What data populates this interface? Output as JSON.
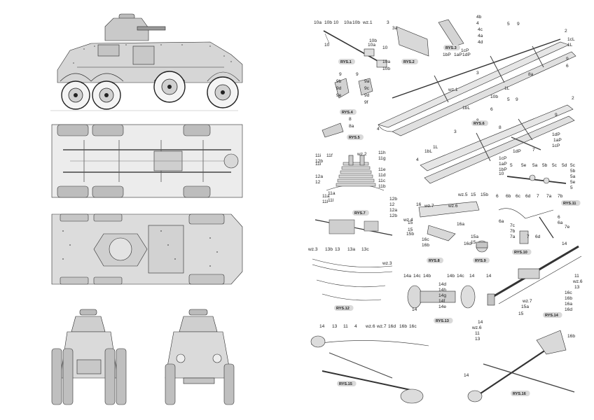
{
  "labels": {
    "r1": [
      "10a",
      "10b",
      "10",
      "10a",
      "10b",
      "wz.1",
      "10",
      "10b",
      "10a",
      "10",
      "10a",
      "10b",
      "3",
      "3a",
      "4b",
      "4",
      "4c",
      "4a",
      "4d"
    ],
    "r4": [
      "9",
      "9b",
      "9d",
      "9e",
      "9",
      "9a",
      "9c",
      "9d",
      "9f",
      "8",
      "8a"
    ],
    "r6": [
      "5",
      "9",
      "2",
      "1cL",
      "1L",
      "1cP",
      "1bP",
      "1aP",
      "1dP",
      "3",
      "8a",
      "9",
      "6",
      "1L",
      "10b",
      "wz.1",
      "1bL",
      "4"
    ],
    "r6b": [
      "5",
      "9",
      "2",
      "6",
      "8",
      "9",
      "1dP",
      "1aP",
      "1cP",
      "3",
      "1bL",
      "1L",
      "7",
      "1dP",
      "1cP",
      "1aP",
      "1bP",
      "10",
      "4",
      "8"
    ],
    "r7": [
      "11i",
      "11f",
      "12b",
      "12a",
      "12",
      "wz.2",
      "11h",
      "11g",
      "11e",
      "11d",
      "11b",
      "11c",
      "11a",
      "11l",
      "12b",
      "12",
      "12a",
      "12b",
      "11i",
      "11a",
      "11l"
    ],
    "r8": [
      "wz.5",
      "15",
      "15b",
      "16",
      "wz.7",
      "wz.6",
      "15",
      "wz.4",
      "15",
      "15b",
      "16a",
      "16c",
      "16b",
      "16d",
      "15a",
      "15"
    ],
    "r11": [
      "5",
      "5e",
      "5a",
      "5b",
      "5c",
      "5d",
      "5c",
      "5b",
      "5a",
      "5e",
      "5",
      "6",
      "6b",
      "6c",
      "6d",
      "7",
      "7a",
      "7b",
      "6a",
      "7c",
      "7b",
      "7a",
      "7",
      "6d",
      "6",
      "6a",
      "7e"
    ],
    "r12": [
      "wz.3",
      "13b",
      "13",
      "13a",
      "13c",
      "wz.3"
    ],
    "r13": [
      "14a",
      "14c",
      "14b",
      "14b",
      "14c",
      "14",
      "14d",
      "14h",
      "14g",
      "14f",
      "14e",
      "14"
    ],
    "r14": [
      "14",
      "14",
      "11",
      "wz.6",
      "13",
      "16c",
      "16b",
      "16a",
      "16d",
      "wz.7",
      "15a",
      "15"
    ],
    "r15": [
      "14",
      "13",
      "11",
      "4",
      "wz.6",
      "wz.7",
      "16d",
      "16b",
      "16c"
    ],
    "r16": [
      "14",
      "wz.6",
      "11",
      "13",
      "16b",
      "14"
    ]
  },
  "badges": [
    "RYS.1",
    "RYS.2",
    "RYS.3",
    "RYS.4",
    "RYS.5",
    "RYS.6",
    "RYS.7",
    "RYS.8",
    "RYS.9",
    "RYS.10",
    "RYS.11",
    "RYS.12",
    "RYS.13",
    "RYS.14",
    "RYS.15",
    "RYS.16"
  ]
}
